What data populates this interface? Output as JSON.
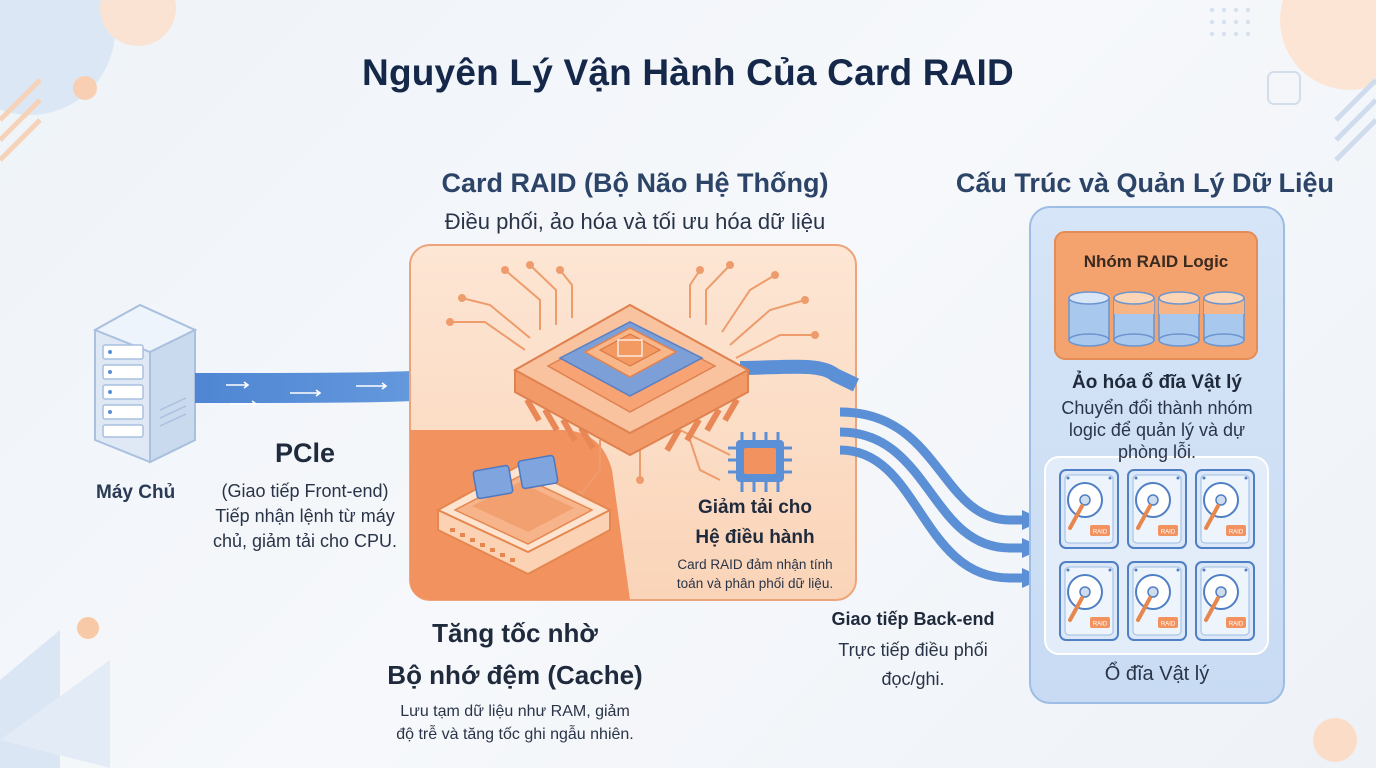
{
  "title": "Nguyên Lý Vận Hành Của Card RAID",
  "server": {
    "label": "Máy Chủ",
    "icon": "server-icon"
  },
  "pcie": {
    "title": "PCle",
    "subtitle": "(Giao tiếp Front-end)",
    "desc_line1": "Tiếp nhận lệnh từ máy",
    "desc_line2": "chủ, giảm tải cho CPU."
  },
  "raid_card": {
    "title": "Card RAID (Bộ Não Hệ Thống)",
    "subtitle": "Điều phối, ảo hóa và tối ưu hóa dữ liệu",
    "os_offload_title1": "Giảm tải cho",
    "os_offload_title2": "Hệ điều hành",
    "os_offload_desc1": "Card RAID đảm nhận tính",
    "os_offload_desc2": "toán và phân phối dữ liệu."
  },
  "cache": {
    "title1": "Tăng tốc nhờ",
    "title2": "Bộ nhớ đệm (Cache)",
    "desc1": "Lưu tạm dữ liệu như RAM, giảm",
    "desc2": "độ trễ và tăng tốc ghi ngẫu nhiên."
  },
  "backend": {
    "title": "Giao tiếp Back-end",
    "desc1": "Trực tiếp điều phối",
    "desc2": "đọc/ghi."
  },
  "storage": {
    "title": "Cấu Trúc và Quản Lý Dữ Liệu",
    "raid_group": "Nhóm RAID Logic",
    "virt_title": "Ảo hóa ổ đĩa Vật lý",
    "virt_desc1": "Chuyển đổi thành nhóm",
    "virt_desc2": "logic để quản lý và dự",
    "virt_desc3": "phòng lỗi.",
    "disks_label": "Ổ đĩa Vật lý",
    "disk_tag": "RAID"
  },
  "colors": {
    "title": "#16284a",
    "orange": "#f0905a",
    "orange_light": "#fbd7bd",
    "blue": "#5b8fd6",
    "blue_panel": "#cfe0f5"
  }
}
